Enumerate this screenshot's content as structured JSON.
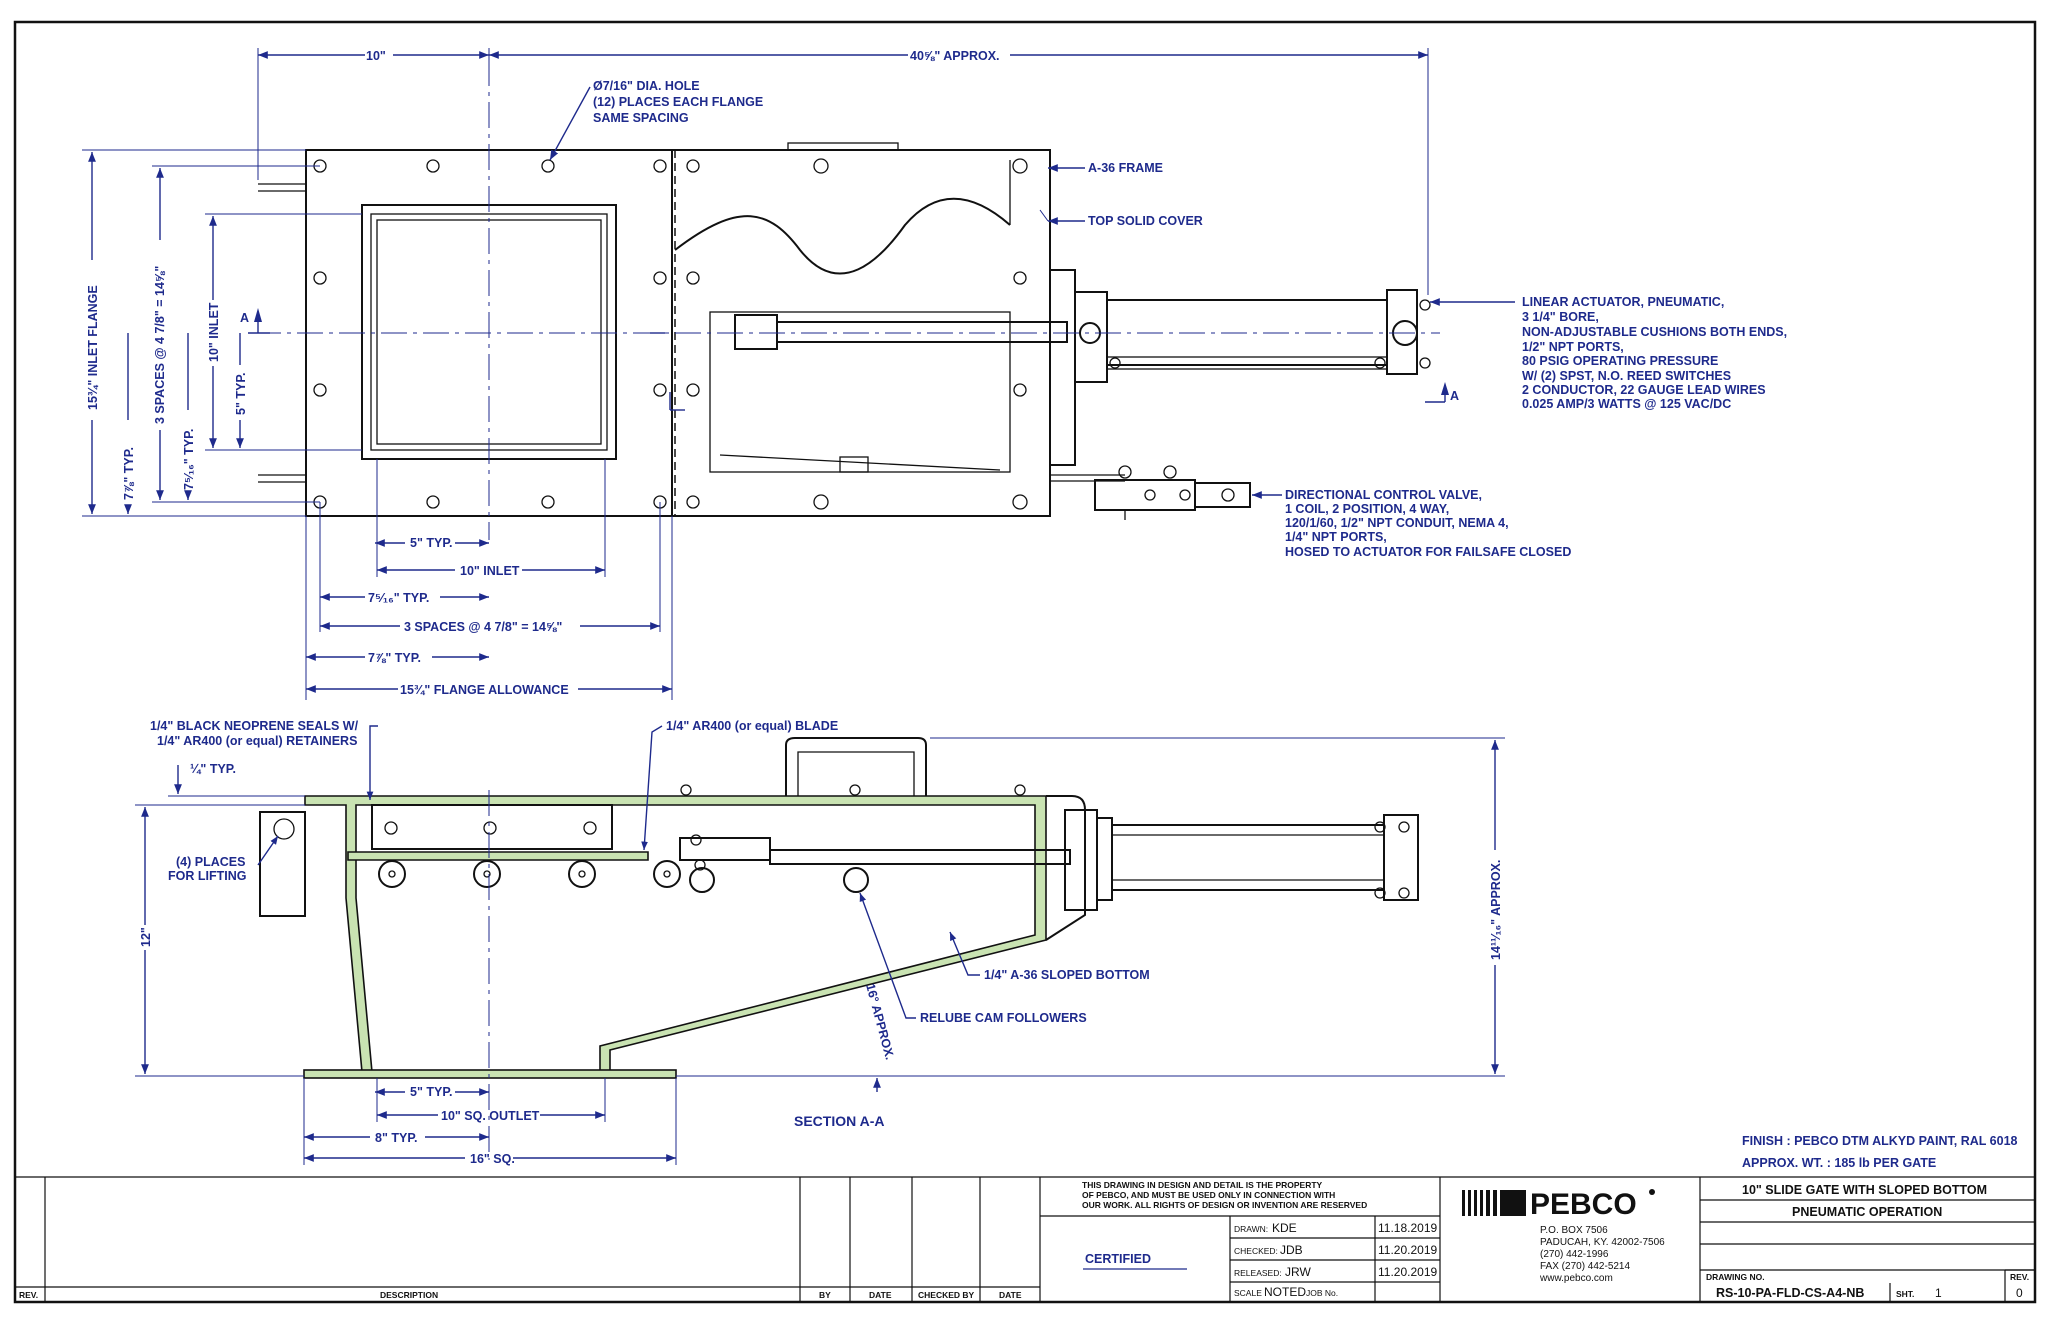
{
  "top_view": {
    "dims": {
      "width_10": "10\"",
      "overall": "40⅝\" APPROX.",
      "inlet_flange_h": "15¾\" INLET FLANGE",
      "spaces_v": "3 SPACES @ 4 7/8\" = 14⅝\"",
      "inlet_10_v": "10\" INLET",
      "typ_7_8_v": "7⅞\" TYP.",
      "typ_7_16_v": "7⁵⁄₁₆\" TYP.",
      "typ_5_v": "5\" TYP.",
      "typ_5_h": "5\" TYP.",
      "inlet_10_h": "10\" INLET",
      "typ_7_16_h": "7⁵⁄₁₆\" TYP.",
      "spaces_h": "3 SPACES @ 4 7/8\" = 14⅝\"",
      "typ_7_8_h": "7⅞\" TYP.",
      "flange_allowance": "15¾\" FLANGE ALLOWANCE"
    },
    "hole_note": [
      "Ø7/16\" DIA. HOLE",
      "(12) PLACES EACH FLANGE",
      "SAME SPACING"
    ],
    "frame_label": "A-36 FRAME",
    "cover_label": "TOP SOLID COVER",
    "actuator_note": [
      "LINEAR ACTUATOR, PNEUMATIC,",
      "3 1/4\" BORE,",
      "NON-ADJUSTABLE CUSHIONS BOTH ENDS,",
      "1/2\" NPT PORTS,",
      "80 PSIG OPERATING PRESSURE",
      "W/ (2) SPST, N.O. REED SWITCHES",
      "2 CONDUCTOR, 22 GAUGE LEAD WIRES",
      "0.025 AMP/3 WATTS @ 125 VAC/DC"
    ],
    "valve_note": [
      "DIRECTIONAL CONTROL VALVE,",
      "1 COIL, 2 POSITION, 4 WAY,",
      "120/1/60, 1/2\" NPT CONDUIT, NEMA 4,",
      "1/4\" NPT PORTS,",
      "HOSED TO ACTUATOR FOR FAILSAFE CLOSED"
    ],
    "section_marker": "A"
  },
  "section_view": {
    "seals_note": [
      "1/4\" BLACK NEOPRENE SEALS W/",
      "1/4\" AR400 (or equal) RETAINERS"
    ],
    "blade_note": "1/4\" AR400 (or equal) BLADE",
    "typ_quarter": "¼\" TYP.",
    "lifting_note": [
      "(4) PLACES",
      "FOR LIFTING"
    ],
    "height_12": "12\"",
    "height_approx": "14¹¹⁄₁₆\" APPROX.",
    "sloped_bottom": "1/4\" A-36 SLOPED BOTTOM",
    "cam_followers": "RELUBE CAM FOLLOWERS",
    "angle": "16° APPROX.",
    "outlet_typ_5": "5\" TYP.",
    "outlet_10": "10\" SQ. OUTLET",
    "outlet_8": "8\" TYP.",
    "outlet_16": "16\" SQ.",
    "title": "SECTION A-A"
  },
  "finish": {
    "line1": "FINISH :  PEBCO DTM ALKYD PAINT, RAL 6018",
    "line2": "APPROX. WT. :  185   lb PER GATE"
  },
  "title_block": {
    "rev_col": "REV.",
    "desc_col": "DESCRIPTION",
    "by_col": "BY",
    "date_col": "DATE",
    "checked_col": "CHECKED BY",
    "date_col2": "DATE",
    "property_note": [
      "THIS DRAWING IN DESIGN AND DETAIL IS THE PROPERTY",
      "OF PEBCO, AND MUST BE USED ONLY IN CONNECTION WITH",
      "OUR WORK.  ALL RIGHTS OF DESIGN OR INVENTION ARE RESERVED"
    ],
    "certified": "CERTIFIED",
    "drawn_label": "DRAWN:",
    "drawn_by": "KDE",
    "drawn_date": "11.18.2019",
    "checked_label": "CHECKED:",
    "checked_by": "JDB",
    "checked_date": "11.20.2019",
    "released_label": "RELEASED:",
    "released_by": "JRW",
    "released_date": "11.20.2019",
    "scale_label": "SCALE",
    "scale_value": "NOTED",
    "job_label": "JOB No.",
    "company": "PEBCO",
    "address": [
      "P.O. BOX 7506",
      "PADUCAH, KY. 42002-7506",
      "(270) 442-1996",
      "FAX (270) 442-5214",
      "www.pebco.com"
    ],
    "product_title": "10\" SLIDE GATE WITH SLOPED BOTTOM",
    "operation": "PNEUMATIC OPERATION",
    "drawing_no_label": "DRAWING NO.",
    "drawing_no": "RS-10-PA-FLD-CS-A4-NB",
    "sheet_label": "SHT.",
    "sheet": "1",
    "rev_label": "REV.",
    "rev": "0"
  }
}
